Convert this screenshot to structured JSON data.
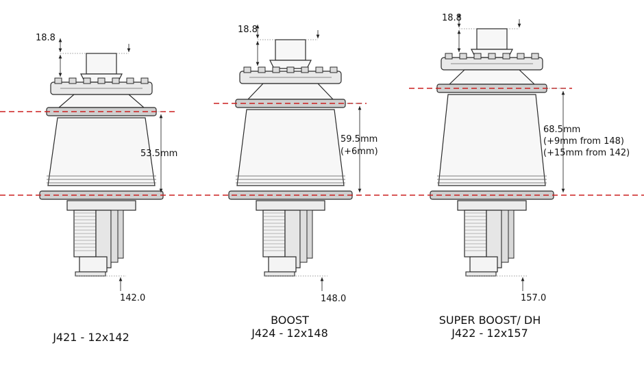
{
  "hubs": [
    {
      "id": "j421",
      "top_dim": "18.8",
      "flange_spacing": "53.5mm",
      "flange_spacing_note": [],
      "oln": "142.0",
      "caption": [
        "J421 - 12x142"
      ]
    },
    {
      "id": "j424",
      "top_dim": "18.8",
      "flange_spacing": "59.5mm",
      "flange_spacing_note": [
        "(+6mm)"
      ],
      "oln": "148.0",
      "caption": [
        "BOOST",
        "J424 - 12x148"
      ]
    },
    {
      "id": "j422",
      "top_dim": "18.8",
      "flange_spacing": "68.5mm",
      "flange_spacing_note": [
        "(+9mm from 148)",
        "(+15mm from 142)"
      ],
      "oln": "157.0",
      "caption": [
        "SUPER BOOST/ DH",
        "J422 - 12x157"
      ]
    }
  ],
  "colors": {
    "flange_line": "#cc1f1f",
    "outline": "#2a2a2a",
    "body_fill": "#f7f7f7",
    "flange_fill": "#cfcfcf",
    "dim_line": "#444444"
  }
}
